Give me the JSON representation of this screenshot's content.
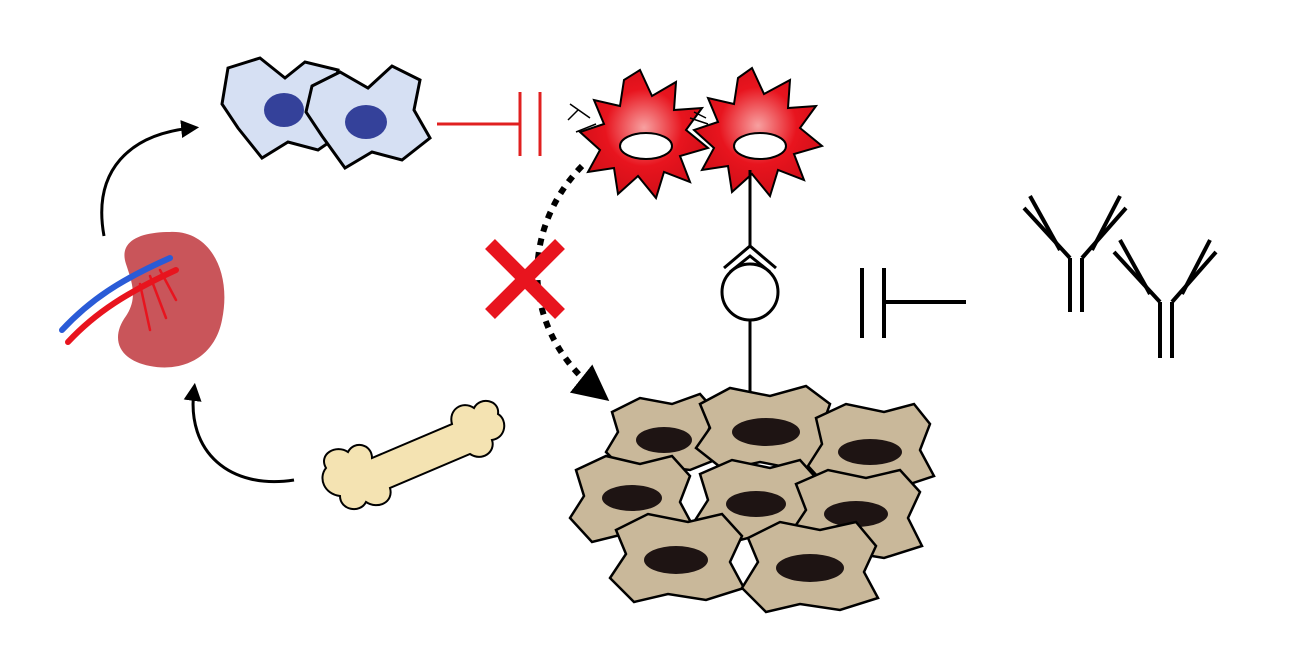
{
  "diagram": {
    "background": "#ffffff",
    "colors": {
      "stroke": "#000000",
      "inhibit_red": "#e02020",
      "cross_red": "#e8141e",
      "blue_cell_fill": "#d6e0f3",
      "blue_cell_nucleus": "#34419a",
      "red_cell_fill": "#e8141e",
      "red_cell_highlight": "#f7a0a0",
      "brown_cell_fill": "#c9b89a",
      "brown_cell_nucleus": "#1e1413",
      "bone_fill": "#f4e3b2",
      "kidney_fill": "#c9555a",
      "kidney_vessel_red": "#e8141e",
      "kidney_vessel_blue": "#2a5bd7"
    },
    "elements": {
      "kidney": "kidney-icon",
      "bone": "bone-icon",
      "blue_cells": "blue-cell-pair",
      "red_cells": "red-cell-pair",
      "brown_cells": "brown-cell-cluster",
      "receptor": "receptor-ligand-icon",
      "antibodies": "antibody-pair-icon",
      "blocked_path": "cross-mark-icon"
    }
  }
}
